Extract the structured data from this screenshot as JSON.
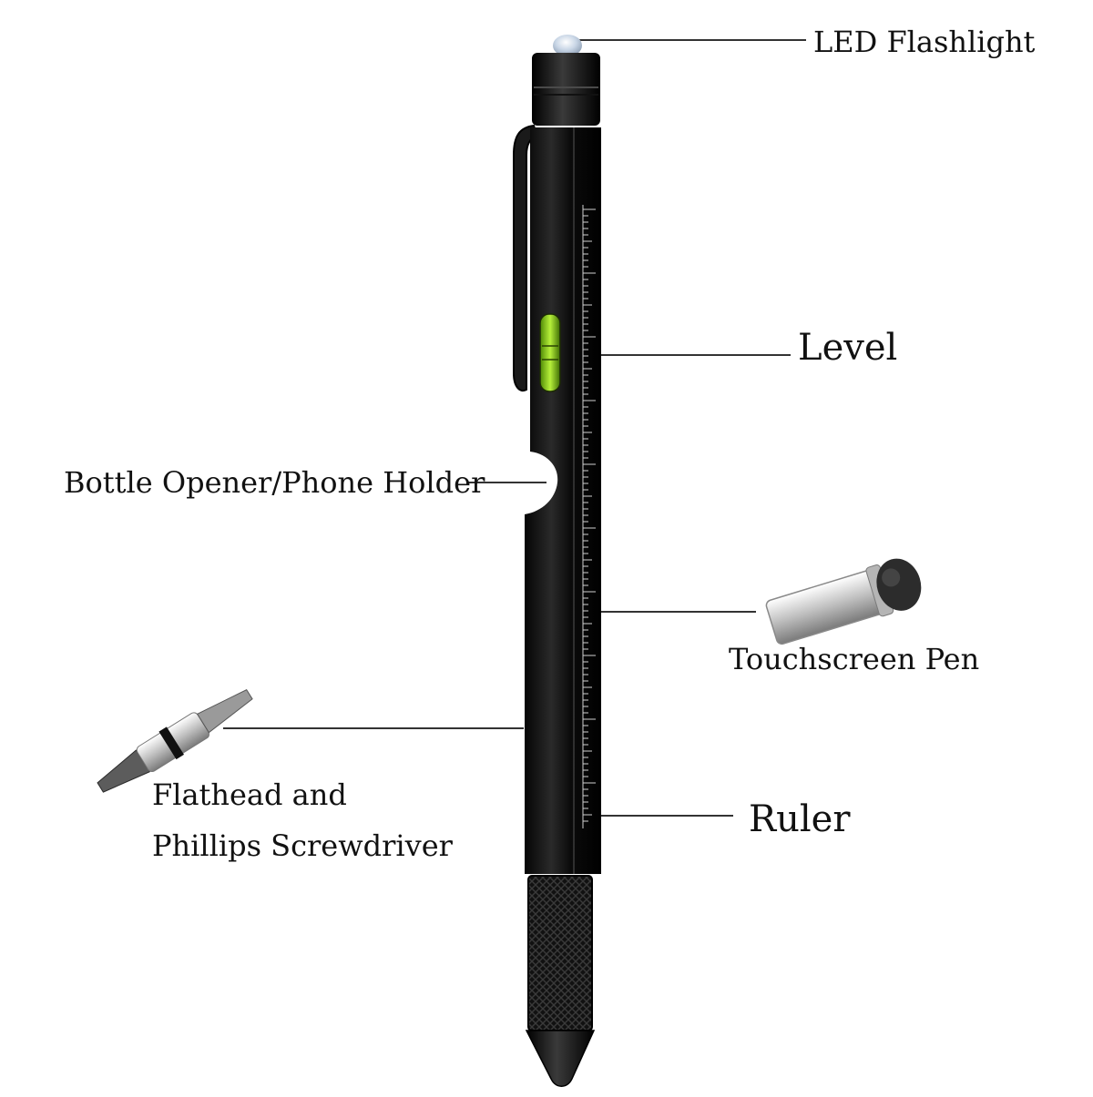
{
  "labels": {
    "led_flashlight": "LED Flashlight",
    "level": "Level",
    "bottle_opener": "Bottle Opener/Phone Holder",
    "touchscreen_pen": "Touchscreen Pen",
    "ruler": "Ruler",
    "screwdriver_line1": "Flathead and",
    "screwdriver_line2": "Phillips Screwdriver"
  },
  "colors": {
    "pen_body": "#0d0d0d",
    "level_bubble": "#8fd11b",
    "led_light": "#c9d6e6",
    "leader_line": "#333333",
    "stylus_silver": "#d9d9d9"
  }
}
